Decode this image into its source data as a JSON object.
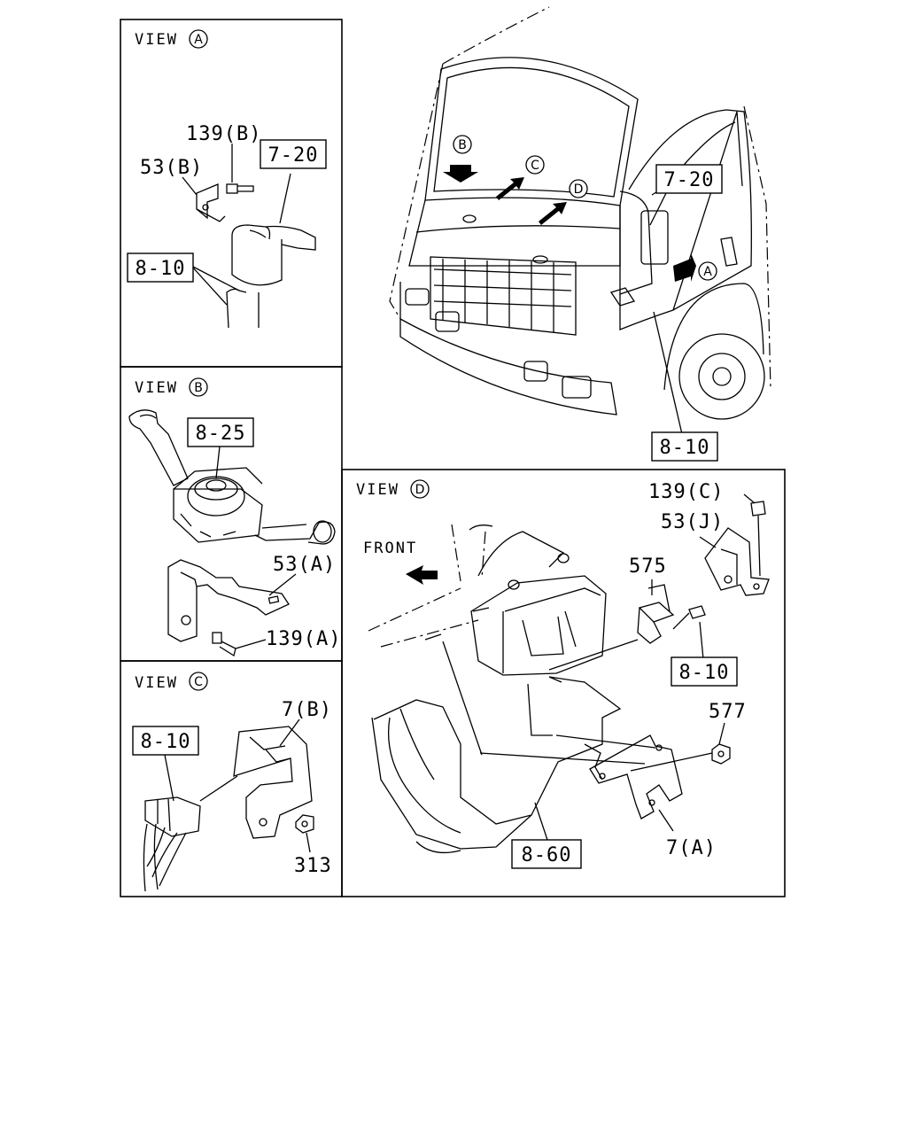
{
  "views": {
    "a": {
      "title": "VIEW",
      "letter": "A"
    },
    "b": {
      "title": "VIEW",
      "letter": "B"
    },
    "c": {
      "title": "VIEW",
      "letter": "C"
    },
    "d": {
      "title": "VIEW",
      "letter": "D"
    }
  },
  "main": {
    "arrows": [
      "B",
      "C",
      "D",
      "A"
    ],
    "callouts": [
      "7-20",
      "8-10"
    ]
  },
  "view_a": {
    "parts": [
      "139(B)",
      "53(B)",
      "7-20",
      "8-10"
    ]
  },
  "view_b": {
    "parts": [
      "8-25",
      "53(A)",
      "139(A)"
    ]
  },
  "view_c": {
    "parts": [
      "7(B)",
      "8-10",
      "313"
    ]
  },
  "view_d": {
    "front": "FRONT",
    "parts": [
      "139(C)",
      "53(J)",
      "575",
      "8-10",
      "577",
      "8-60",
      "7(A)"
    ]
  }
}
